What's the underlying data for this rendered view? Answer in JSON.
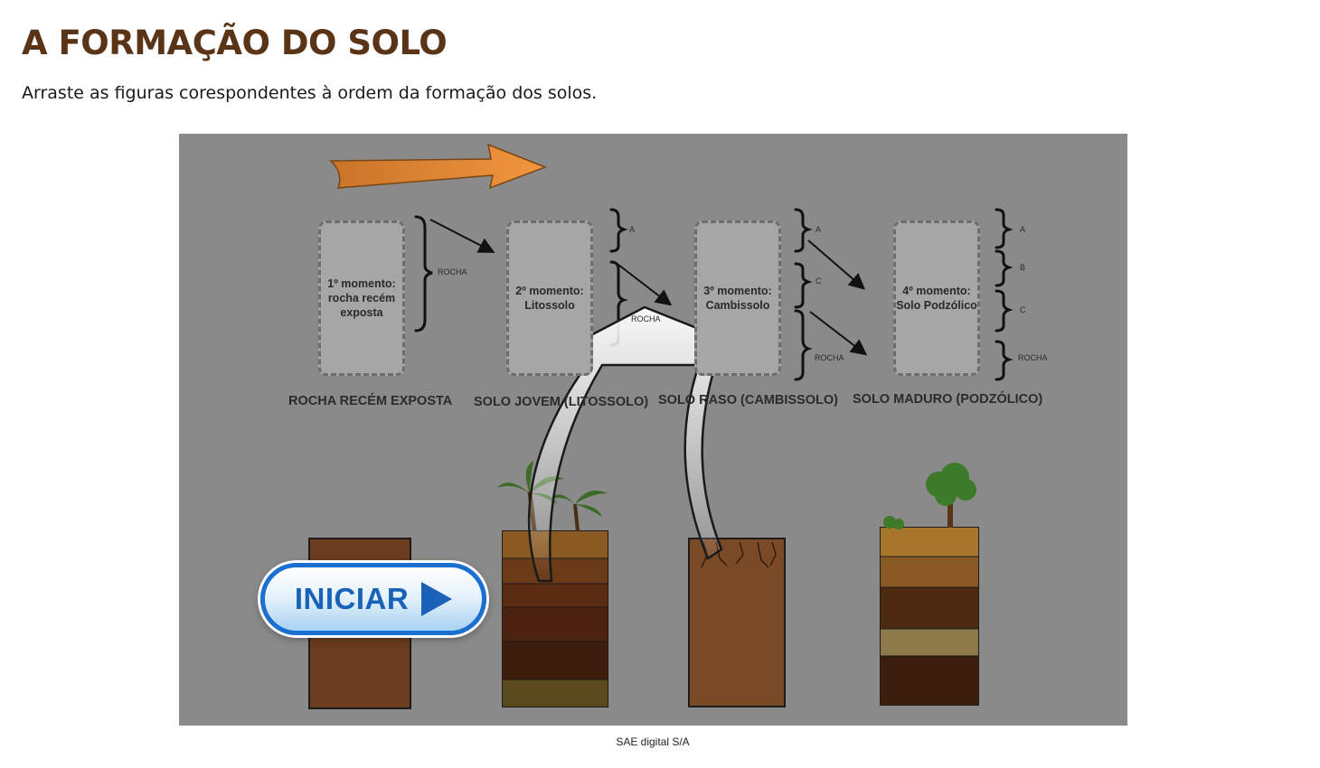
{
  "page": {
    "title": "A FORMAÇÃO DO SOLO",
    "instruction": "Arraste as figuras corespondentes à ordem da formação dos solos.",
    "credit": "SAE digital S/A"
  },
  "activity": {
    "slots": [
      {
        "text": "1º momento:\nrocha recém\nexposta"
      },
      {
        "text": "2º momento:\nLitossolo"
      },
      {
        "text": "3º momento:\nCambissolo"
      },
      {
        "text": "4º momento:\nSolo Podzólico"
      }
    ],
    "stage_labels": [
      "ROCHA RECÉM EXPOSTA",
      "SOLO JOVEM (LITOSSOLO)",
      "SOLO RASO (CAMBISSOLO)",
      "SOLO MADURO (PODZÓLICO)"
    ],
    "horizons": {
      "stage1": [
        "ROCHA"
      ],
      "stage2": [
        "A",
        "ROCHA"
      ],
      "stage3": [
        "A",
        "C",
        "ROCHA"
      ],
      "stage4": [
        "A",
        "B",
        "C",
        "ROCHA"
      ]
    },
    "start_button": {
      "label": "INICIAR"
    }
  },
  "colors": {
    "title": "#5a3416",
    "stage_background": "#8a8a8a",
    "button_border": "#1a6fd0",
    "button_text": "#1a62b8",
    "progress_arrow": "#e07a2a"
  }
}
